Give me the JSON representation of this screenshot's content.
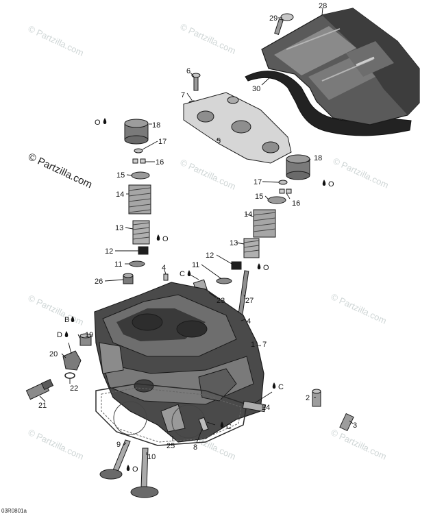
{
  "watermark": "© Partzilla.com",
  "copyright": "© Partzilla.com",
  "drawing_code": "03R0801a",
  "callouts": {
    "c1": "1",
    "c2": "2",
    "c3": "3",
    "c4a": "4",
    "c4b": "4",
    "c5": "5",
    "c6": "6",
    "c7": "7",
    "c8": "8",
    "c9": "9",
    "c10": "10",
    "c11a": "11",
    "c11b": "11",
    "c12a": "12",
    "c12b": "12",
    "c13a": "13",
    "c13b": "13",
    "c14a": "14",
    "c14b": "14",
    "c15a": "15",
    "c15b": "15",
    "c16a": "16",
    "c16b": "16",
    "c17a": "17",
    "c17b": "17",
    "c18a": "18",
    "c18b": "18",
    "c19": "19",
    "c20": "20",
    "c21": "21",
    "c22": "22",
    "c23": "23",
    "c24": "24",
    "c25": "25",
    "c26": "26",
    "c27": "27",
    "c28": "28",
    "c29": "29",
    "c30": "30"
  },
  "see_also": "1→7",
  "lube_codes": {
    "o": "O",
    "b": "B",
    "c": "C",
    "d": "D"
  }
}
